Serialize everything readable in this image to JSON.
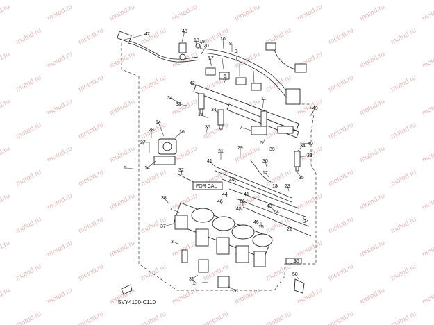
{
  "diagram": {
    "code": "5VY4100-C110",
    "box_label": "FOR CAL",
    "callouts": [
      {
        "id": "c47",
        "text": "47"
      },
      {
        "id": "c48",
        "text": "48"
      },
      {
        "id": "c18",
        "text": "18"
      },
      {
        "id": "c19",
        "text": "19"
      },
      {
        "id": "c20",
        "text": "20"
      },
      {
        "id": "c10",
        "text": "10"
      },
      {
        "id": "c8",
        "text": "8"
      },
      {
        "id": "c9",
        "text": "9"
      },
      {
        "id": "c17",
        "text": "17"
      },
      {
        "id": "c42",
        "text": "42"
      },
      {
        "id": "c6",
        "text": "6"
      },
      {
        "id": "c11",
        "text": "11"
      },
      {
        "id": "c34a",
        "text": "34"
      },
      {
        "id": "c33a",
        "text": "33"
      },
      {
        "id": "c34b",
        "text": "34"
      },
      {
        "id": "c33b",
        "text": "33"
      },
      {
        "id": "c35a",
        "text": "35"
      },
      {
        "id": "c49",
        "text": "49"
      },
      {
        "id": "c7",
        "text": "7"
      },
      {
        "id": "c5",
        "text": "5"
      },
      {
        "id": "c40",
        "text": "40"
      },
      {
        "id": "c34c",
        "text": "34"
      },
      {
        "id": "c33c",
        "text": "33"
      },
      {
        "id": "c39",
        "text": "39"
      },
      {
        "id": "c14a",
        "text": "14"
      },
      {
        "id": "c16",
        "text": "16"
      },
      {
        "id": "c28",
        "text": "28"
      },
      {
        "id": "c27",
        "text": "27"
      },
      {
        "id": "c1",
        "text": "1"
      },
      {
        "id": "c14b",
        "text": "14"
      },
      {
        "id": "c32",
        "text": "32"
      },
      {
        "id": "c21",
        "text": "21"
      },
      {
        "id": "c29",
        "text": "29"
      },
      {
        "id": "c41a",
        "text": "41"
      },
      {
        "id": "c30",
        "text": "30"
      },
      {
        "id": "c25",
        "text": "25"
      },
      {
        "id": "c12",
        "text": "12"
      },
      {
        "id": "c13",
        "text": "13"
      },
      {
        "id": "c35b",
        "text": "35"
      },
      {
        "id": "c44",
        "text": "44"
      },
      {
        "id": "c23",
        "text": "23"
      },
      {
        "id": "c41b",
        "text": "41"
      },
      {
        "id": "c46a",
        "text": "46"
      },
      {
        "id": "c45",
        "text": "45"
      },
      {
        "id": "c26",
        "text": "26"
      },
      {
        "id": "c38",
        "text": "38"
      },
      {
        "id": "c43",
        "text": "43"
      },
      {
        "id": "c4",
        "text": "4"
      },
      {
        "id": "c37",
        "text": "37"
      },
      {
        "id": "c15",
        "text": "15"
      },
      {
        "id": "c46b",
        "text": "46"
      },
      {
        "id": "c22a",
        "text": "22"
      },
      {
        "id": "c22b",
        "text": "22"
      },
      {
        "id": "c24",
        "text": "24"
      },
      {
        "id": "c3",
        "text": "3"
      },
      {
        "id": "c31a",
        "text": "31"
      },
      {
        "id": "c2",
        "text": "2"
      },
      {
        "id": "c31b",
        "text": "31"
      },
      {
        "id": "c36",
        "text": "36"
      },
      {
        "id": "c50",
        "text": "50"
      }
    ]
  },
  "watermark": {
    "text": "motod.ru",
    "color": "#e7b8b8"
  }
}
